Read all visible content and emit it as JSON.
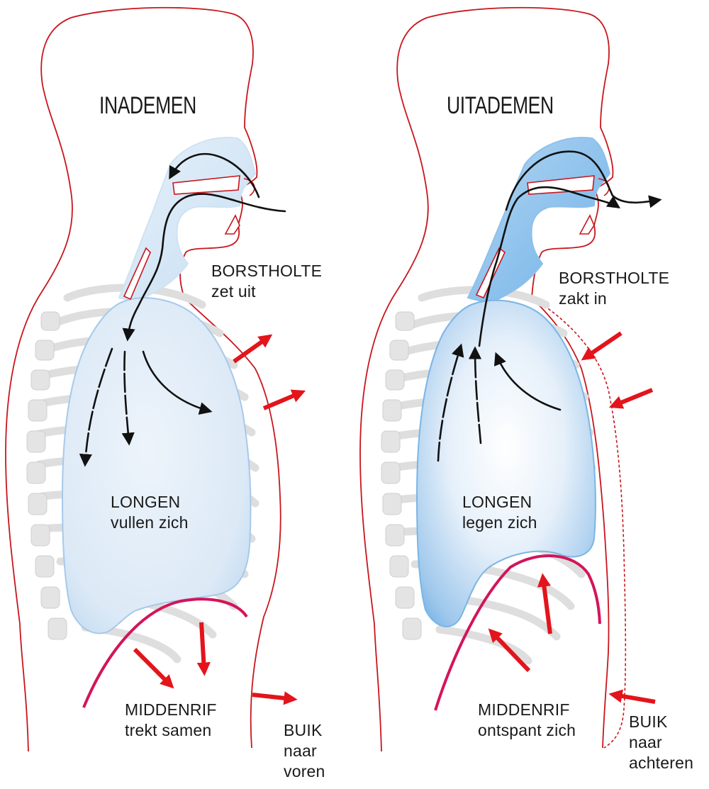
{
  "left": {
    "title": "INADEMEN",
    "chest_label": "BORSTHOLTE",
    "chest_sub": "zet uit",
    "lungs_label": "LONGEN",
    "lungs_sub": "vullen zich",
    "diaphragm_label": "MIDDENRIF",
    "diaphragm_sub": "trekt samen",
    "belly_label": "BUIK",
    "belly_sub1": "naar",
    "belly_sub2": "voren"
  },
  "right": {
    "title": "UITADEMEN",
    "chest_label": "BORSTHOLTE",
    "chest_sub": "zakt in",
    "lungs_label": "LONGEN",
    "lungs_sub": "legen zich",
    "diaphragm_label": "MIDDENRIF",
    "diaphragm_sub": "ontspant zich",
    "belly_label": "BUIK",
    "belly_sub1": "naar",
    "belly_sub2": "achteren"
  },
  "colors": {
    "outline": "#c8161d",
    "arrow": "#e3141b",
    "diaphragm": "#d4145a",
    "lung_fill": "#dce9f6",
    "lung_edge": "#9ec5e8",
    "ribs": "#dddddd",
    "airflow": "#111111"
  }
}
